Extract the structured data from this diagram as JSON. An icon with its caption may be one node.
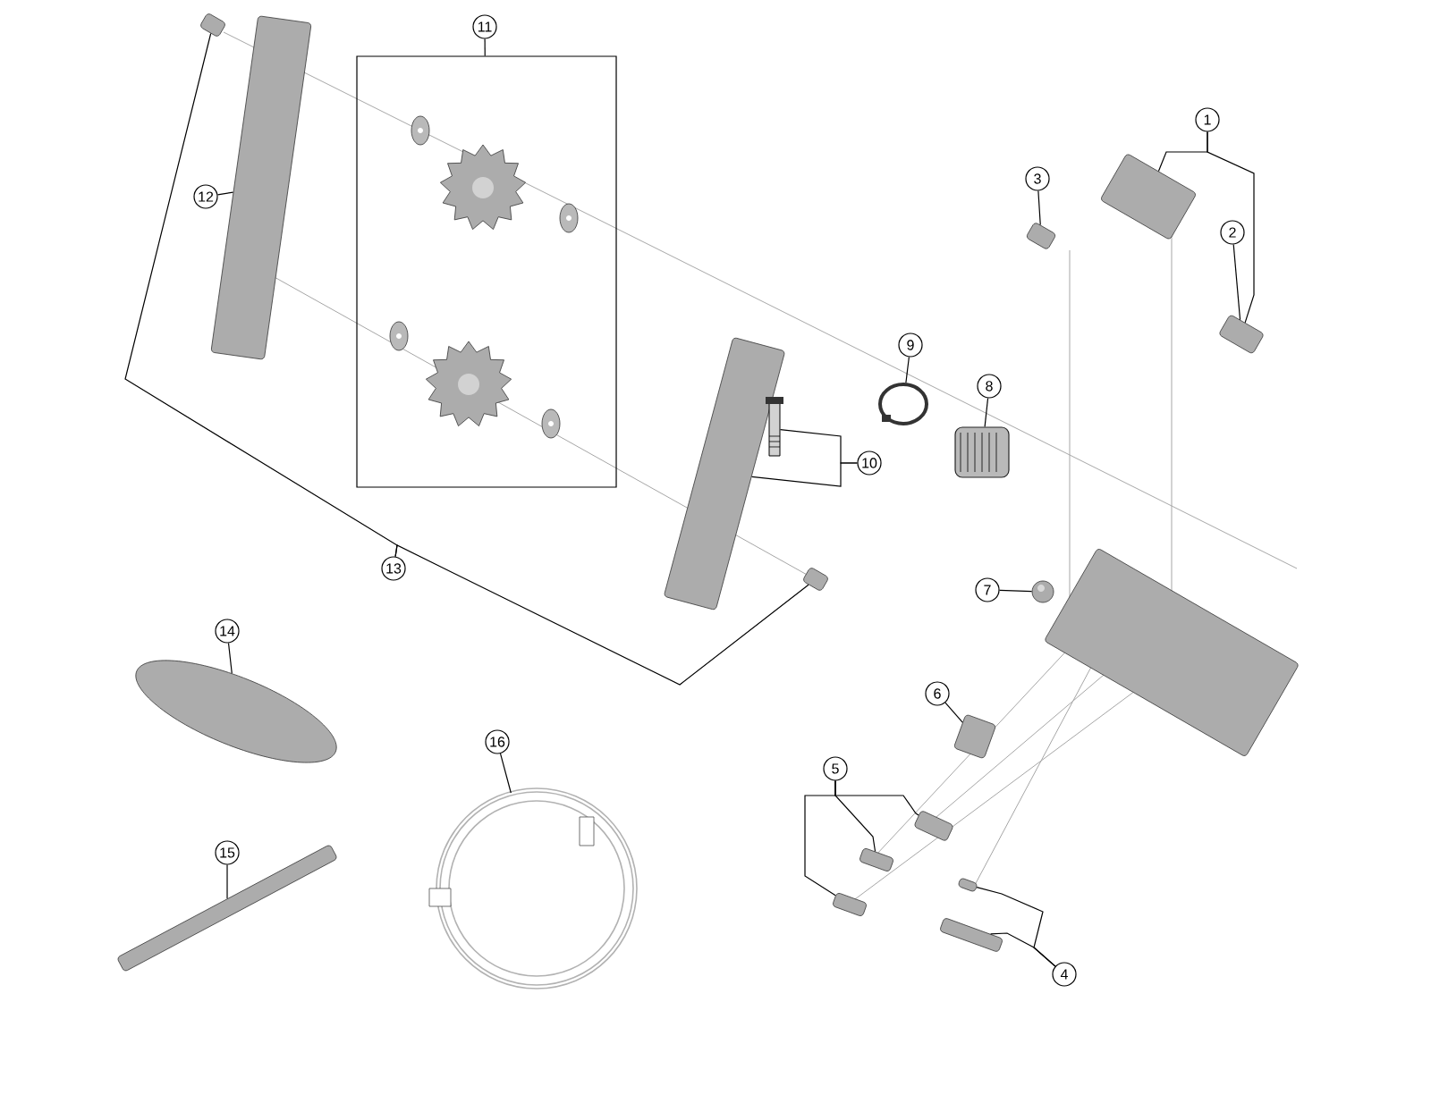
{
  "diagram": {
    "nodes": [
      {
        "text": [
          "1"
        ]
      },
      {
        "text": [
          "2"
        ]
      },
      {
        "text": [
          "3"
        ]
      },
      {
        "text": [
          "4"
        ]
      },
      {
        "text": [
          "5"
        ]
      },
      {
        "text": [
          "6"
        ]
      },
      {
        "text": [
          "7"
        ]
      },
      {
        "text": [
          "8"
        ]
      },
      {
        "text": [
          "9"
        ]
      },
      {
        "text": [
          "10"
        ]
      },
      {
        "text": [
          "11"
        ]
      },
      {
        "text": [
          "12"
        ]
      },
      {
        "text": [
          "13"
        ]
      },
      {
        "text": [
          "14"
        ]
      },
      {
        "text": [
          "15"
        ]
      },
      {
        "text": [
          "16"
        ]
      },
      {
        "text": [],
        "shape": "picture"
      },
      {
        "text": [],
        "shape": "picture"
      },
      {
        "text": [],
        "shape": "box"
      },
      {
        "text": [],
        "shape": "picture"
      },
      {
        "text": [],
        "shape": "picture"
      },
      {
        "text": [],
        "shape": "picture"
      },
      {
        "text": [],
        "shape": "picture"
      },
      {
        "text": [],
        "shape": "picture"
      },
      {
        "text": [],
        "shape": "picture"
      },
      {
        "text": [],
        "shape": "picture"
      },
      {
        "text": [],
        "shape": "picture"
      },
      {
        "text": [],
        "shape": "picture"
      },
      {
        "text": [],
        "shape": "picture"
      },
      {
        "text": [],
        "shape": "picture"
      },
      {
        "text": [],
        "shape": "picture"
      },
      {
        "text": [],
        "shape": "picture"
      },
      {
        "text": [],
        "shape": "picture"
      },
      {
        "text": [],
        "shape": "picture"
      },
      {
        "text": [],
        "shape": "picture"
      },
      {
        "text": [],
        "shape": "picture"
      },
      {
        "text": [],
        "shape": "picture"
      },
      {
        "text": [],
        "shape": "picture"
      }
    ],
    "edges": [
      {
        "from": 0,
        "to": 24,
        "arrow": "none"
      },
      {
        "from": 0,
        "to": 26,
        "arrow": "none"
      },
      {
        "from": 1,
        "to": 26,
        "arrow": "none"
      },
      {
        "from": 2,
        "to": 25,
        "arrow": "none"
      },
      {
        "from": 3,
        "to": 33,
        "arrow": "none"
      },
      {
        "from": 3,
        "to": 34,
        "arrow": "none"
      },
      {
        "from": 4,
        "to": 32,
        "arrow": "none"
      },
      {
        "from": 4,
        "to": 31,
        "arrow": "none"
      },
      {
        "from": 4,
        "to": 30,
        "arrow": "none"
      },
      {
        "from": 5,
        "to": 29,
        "arrow": "none"
      },
      {
        "from": 6,
        "to": 27,
        "arrow": "none"
      },
      {
        "from": 7,
        "to": 23,
        "arrow": "none"
      },
      {
        "from": 8,
        "to": 22,
        "arrow": "none"
      },
      {
        "from": 9,
        "to": 20,
        "arrow": "none"
      },
      {
        "from": 9,
        "to": 19,
        "arrow": "none"
      },
      {
        "from": 10,
        "to": 18,
        "arrow": "none"
      },
      {
        "from": 11,
        "to": 17,
        "arrow": "none"
      },
      {
        "from": 12,
        "to": 16,
        "arrow": "none"
      },
      {
        "from": 12,
        "to": 21,
        "arrow": "none"
      },
      {
        "from": 13,
        "to": 35,
        "arrow": "none"
      },
      {
        "from": 14,
        "to": 36,
        "arrow": "none"
      },
      {
        "from": 15,
        "to": 37,
        "arrow": "none"
      }
    ]
  }
}
